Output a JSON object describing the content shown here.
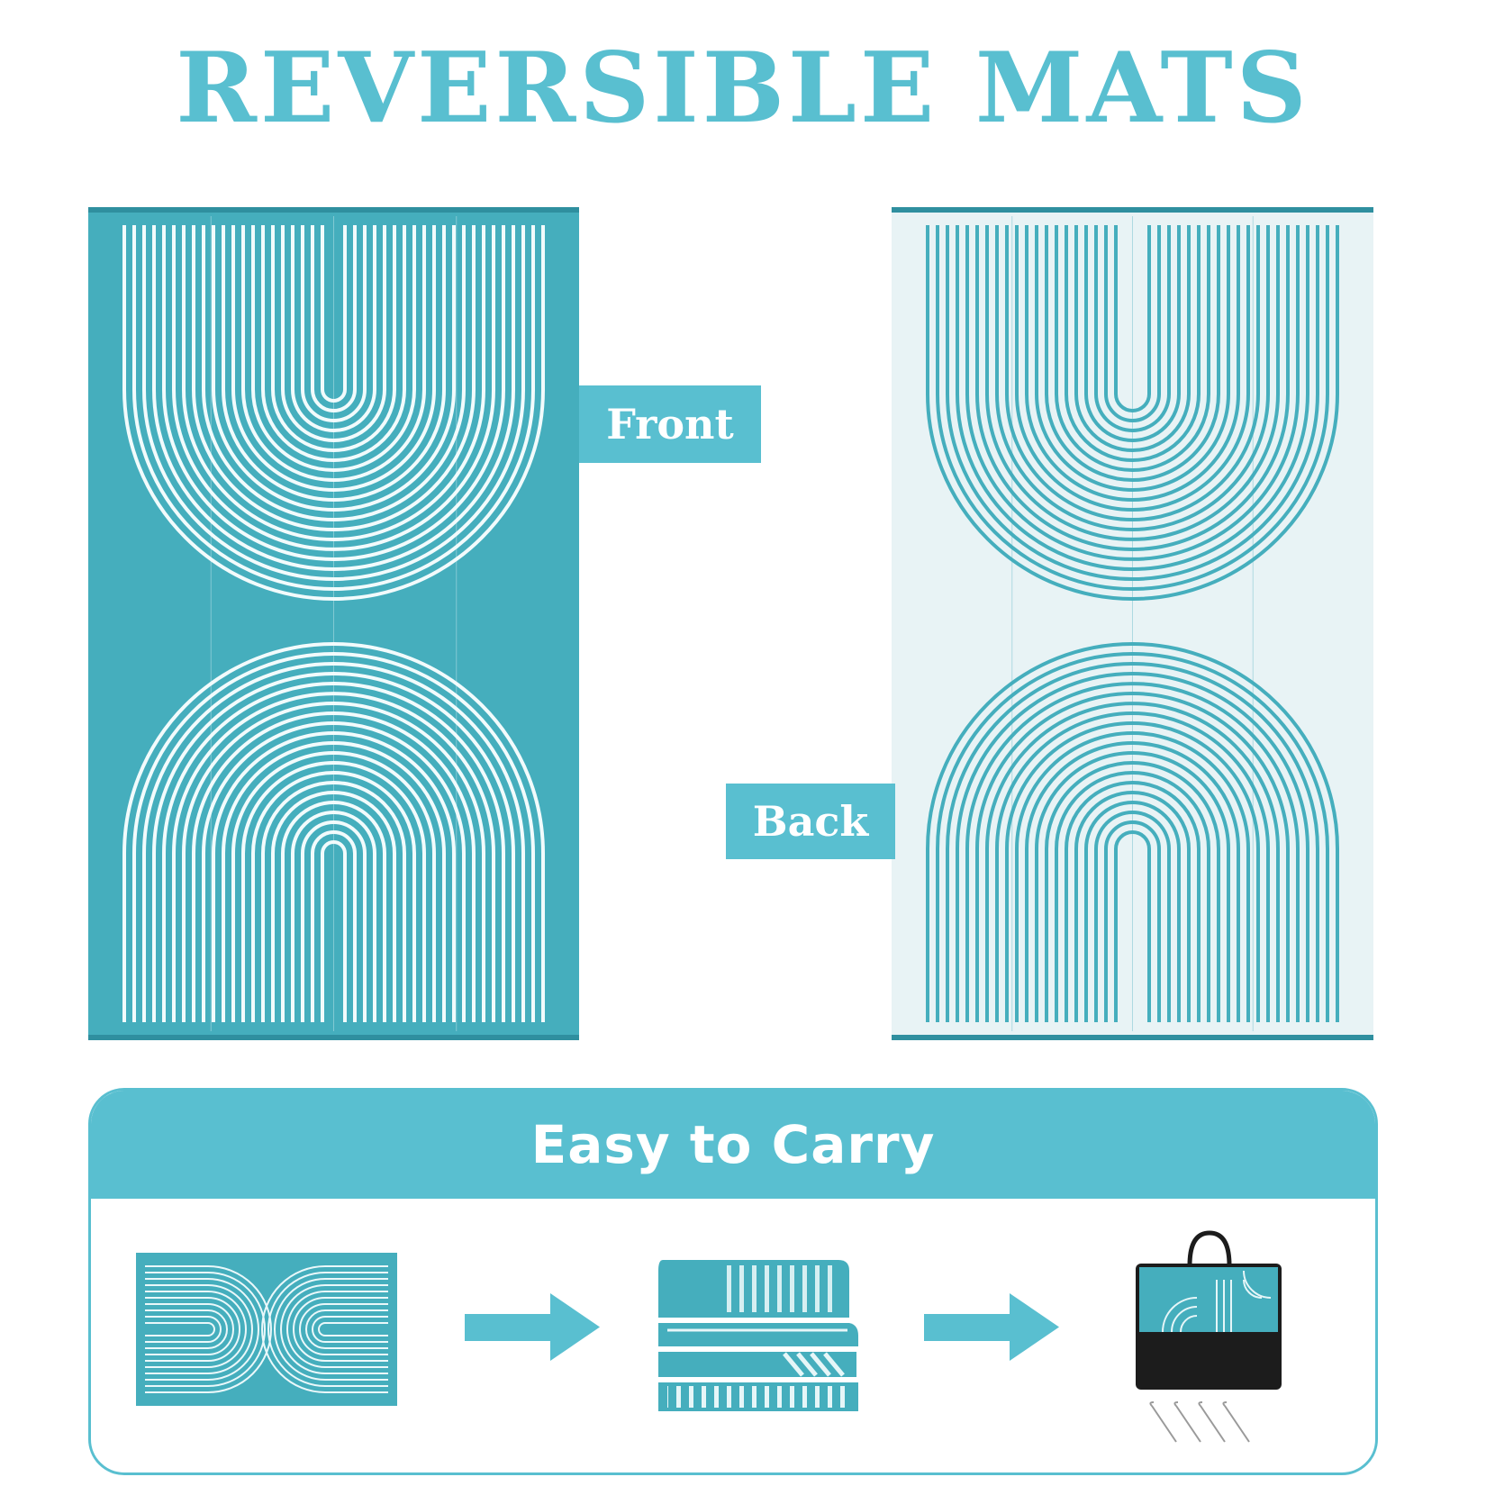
{
  "title": "REVERSIBLE MATS",
  "labels": {
    "front": "Front",
    "back": "Back"
  },
  "carry": {
    "header": "Easy to Carry",
    "steps": [
      "unfolded-mat",
      "folded-mat",
      "carry-bag-with-stakes"
    ]
  },
  "colors": {
    "accent": "#59bfd0",
    "mat_teal": "#45aebd",
    "mat_light": "#e8f3f5",
    "bag_black": "#1c1c1c"
  }
}
